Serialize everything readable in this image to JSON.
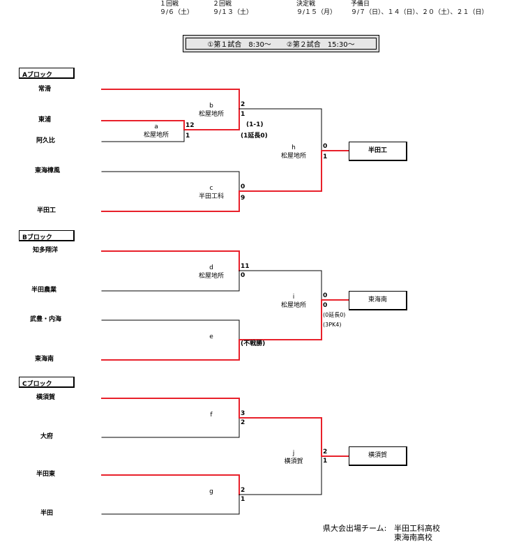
{
  "schedule": {
    "round1": {
      "name": "１回戦",
      "date": "９/６（土）"
    },
    "round2": {
      "name": "２回戦",
      "date": "９/１３（土）"
    },
    "final": {
      "name": "決定戦",
      "date": "９/１５（月）"
    },
    "reserve": {
      "name": "予備日",
      "date": "９/７（日）、１４（日）、２０（土）、２１（日）"
    }
  },
  "times": {
    "first": "①第１試合　8:30～",
    "second": "②第２試合　15:30～"
  },
  "blocks": {
    "a": {
      "label": "Aブロック",
      "teams": [
        "常滑",
        "東浦",
        "阿久比",
        "東海樟風",
        "半田工"
      ],
      "games": {
        "a": {
          "id": "a",
          "venue": "松屋地所"
        },
        "b": {
          "id": "b",
          "venue": "松屋地所"
        },
        "c": {
          "id": "c",
          "venue": "半田工科"
        },
        "h": {
          "id": "h",
          "venue": "松屋地所"
        }
      },
      "scores": {
        "a_top": "12",
        "a_bot": "1",
        "b_top": "2",
        "b_bot": "1",
        "c_top": "0",
        "c_bot": "9",
        "h_top": "0",
        "h_bot": "1"
      },
      "notes": {
        "n1": "(1-1)",
        "n2": "(1延長0)"
      },
      "winner": "半田工"
    },
    "b": {
      "label": "Bブロック",
      "teams": [
        "知多翔洋",
        "半田農業",
        "武豊・内海",
        "東海南"
      ],
      "games": {
        "d": {
          "id": "d",
          "venue": "松屋地所"
        },
        "e": {
          "id": "e",
          "venue": ""
        },
        "i": {
          "id": "i",
          "venue": "松屋地所"
        }
      },
      "scores": {
        "d_top": "11",
        "d_bot": "0",
        "i_top": "0",
        "i_bot": "0"
      },
      "notes": {
        "forfeit": "(不戦勝)",
        "n1": "(0延長0)",
        "n2": "(3PK4)"
      },
      "winner": "東海南"
    },
    "c": {
      "label": "Cブロック",
      "teams": [
        "横須賀",
        "大府",
        "半田東",
        "半田"
      ],
      "games": {
        "f": {
          "id": "f",
          "venue": ""
        },
        "g": {
          "id": "g",
          "venue": ""
        },
        "j": {
          "id": "j",
          "venue": "横須賀"
        }
      },
      "scores": {
        "f_top": "3",
        "f_bot": "2",
        "g_top": "2",
        "g_bot": "1",
        "j_top": "2",
        "j_bot": "1"
      },
      "winner": "横須賀"
    }
  },
  "footer": {
    "label": "県大会出場チーム:",
    "team1": "半田工科高校",
    "team2": "東海南高校"
  },
  "colors": {
    "win_line": "#e8202a",
    "line": "#000000",
    "box_bg": "#d9d9d9"
  }
}
